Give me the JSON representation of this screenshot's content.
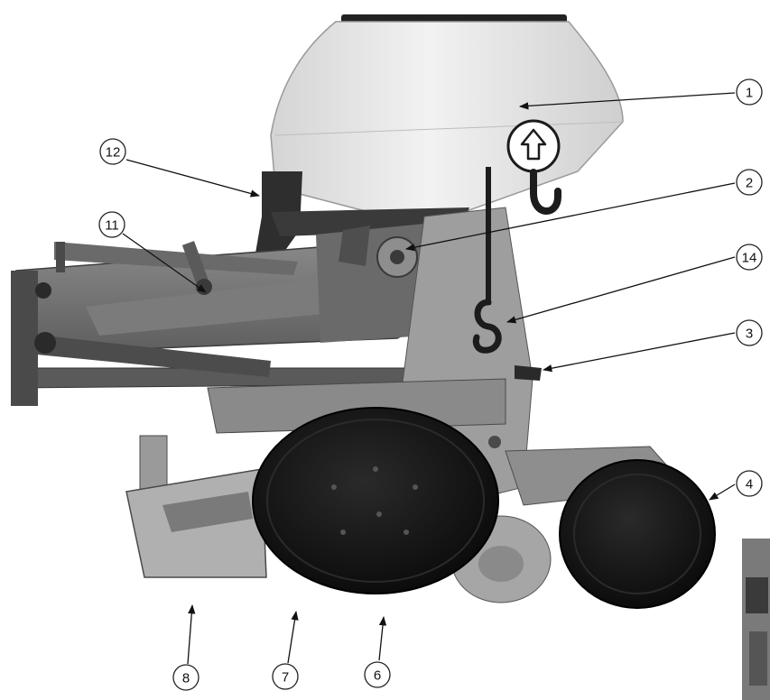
{
  "figure": {
    "title": "",
    "callouts": [
      "1",
      "2",
      "3",
      "4",
      "6",
      "7",
      "8",
      "11",
      "12",
      "14"
    ]
  },
  "colors": {
    "hopper": "#e6e6e6",
    "frame": "#6e6e6e",
    "frame_dark": "#3c3c3c",
    "wheels": "#141414",
    "hook": "#1c1c1c",
    "background": "#ffffff"
  },
  "icons": {
    "lift_symbol": "up-arrow-in-circle-icon",
    "hook": "lifting-hook-icon"
  }
}
